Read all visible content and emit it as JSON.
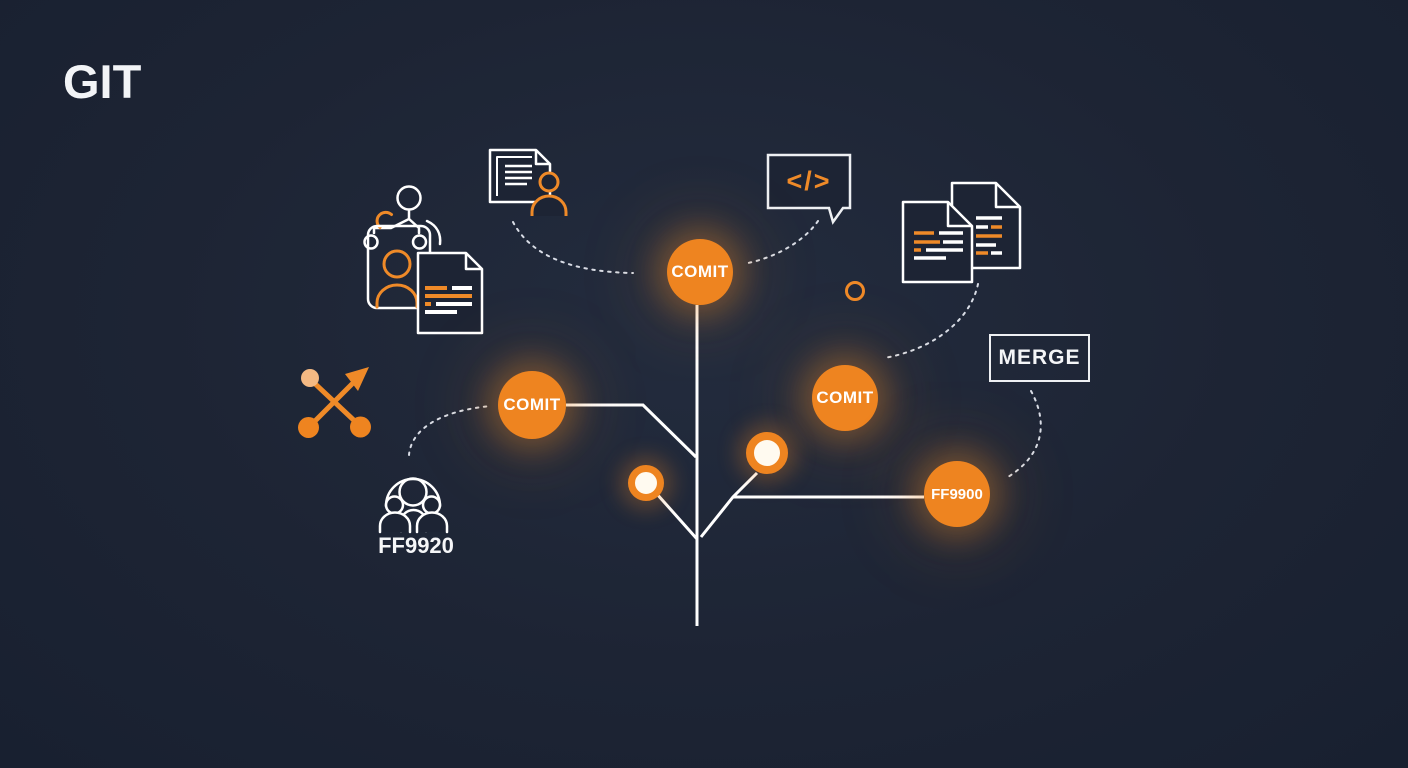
{
  "title": "GIT",
  "colors": {
    "background": "#1d2434",
    "accent_orange": "#ee8420",
    "accent_orange_light": "#f4b983",
    "line_white": "#ffffff",
    "dashed_line": "#d9dde6",
    "ring_inner_white": "#fffaf0",
    "text_white": "#f2f4f7"
  },
  "tree": {
    "nodes": [
      {
        "id": "commit-top",
        "label": "COMIT"
      },
      {
        "id": "commit-left",
        "label": "COMIT"
      },
      {
        "id": "commit-right",
        "label": "COMIT"
      },
      {
        "id": "commit-merge-target",
        "label": "FF9900"
      }
    ],
    "ring_nodes": 2
  },
  "labels": {
    "merge_badge": "MERGE",
    "team_caption": "FF9920",
    "code_snippet": "</>"
  },
  "icons": {
    "team_hierarchy": "team-hierarchy-icon",
    "document_person": "document-person-icon",
    "document": "document-icon",
    "code_bubble": "code-bubble-icon",
    "stacked_documents": "stacked-documents-icon",
    "crossed_arrows": "crossed-arrows-icon",
    "people_group": "people-group-icon",
    "small_circle_outline": "small-circle-outline-icon"
  }
}
